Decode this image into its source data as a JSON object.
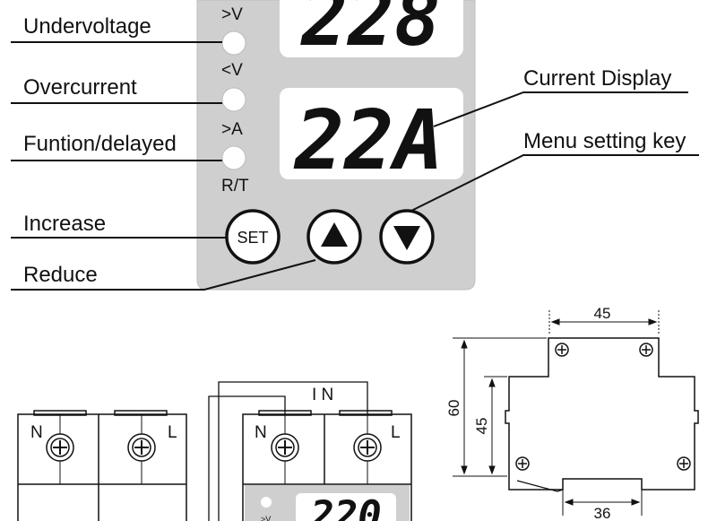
{
  "labels": {
    "undervoltage": "Undervoltage",
    "overcurrent": "Overcurrent",
    "function_delayed": "Funtion/delayed",
    "increase": "Increase",
    "reduce": "Reduce",
    "current_display": "Current Display",
    "menu_setting_key": "Menu setting key"
  },
  "indicators": {
    "over_voltage": ">V",
    "under_voltage": "<V",
    "over_current": ">A",
    "reset_time": "R/T"
  },
  "displays": {
    "voltage": "228",
    "current": "22A",
    "lower": "220"
  },
  "keys": {
    "set": "SET",
    "up_symbol": "▲",
    "down_symbol": "▼"
  },
  "terminals": {
    "neutral": "N",
    "line": "L",
    "input": "I N"
  },
  "dimensions": {
    "top_width": "45",
    "total_height": "60",
    "inner_height": "45",
    "bottom_width": "36"
  }
}
